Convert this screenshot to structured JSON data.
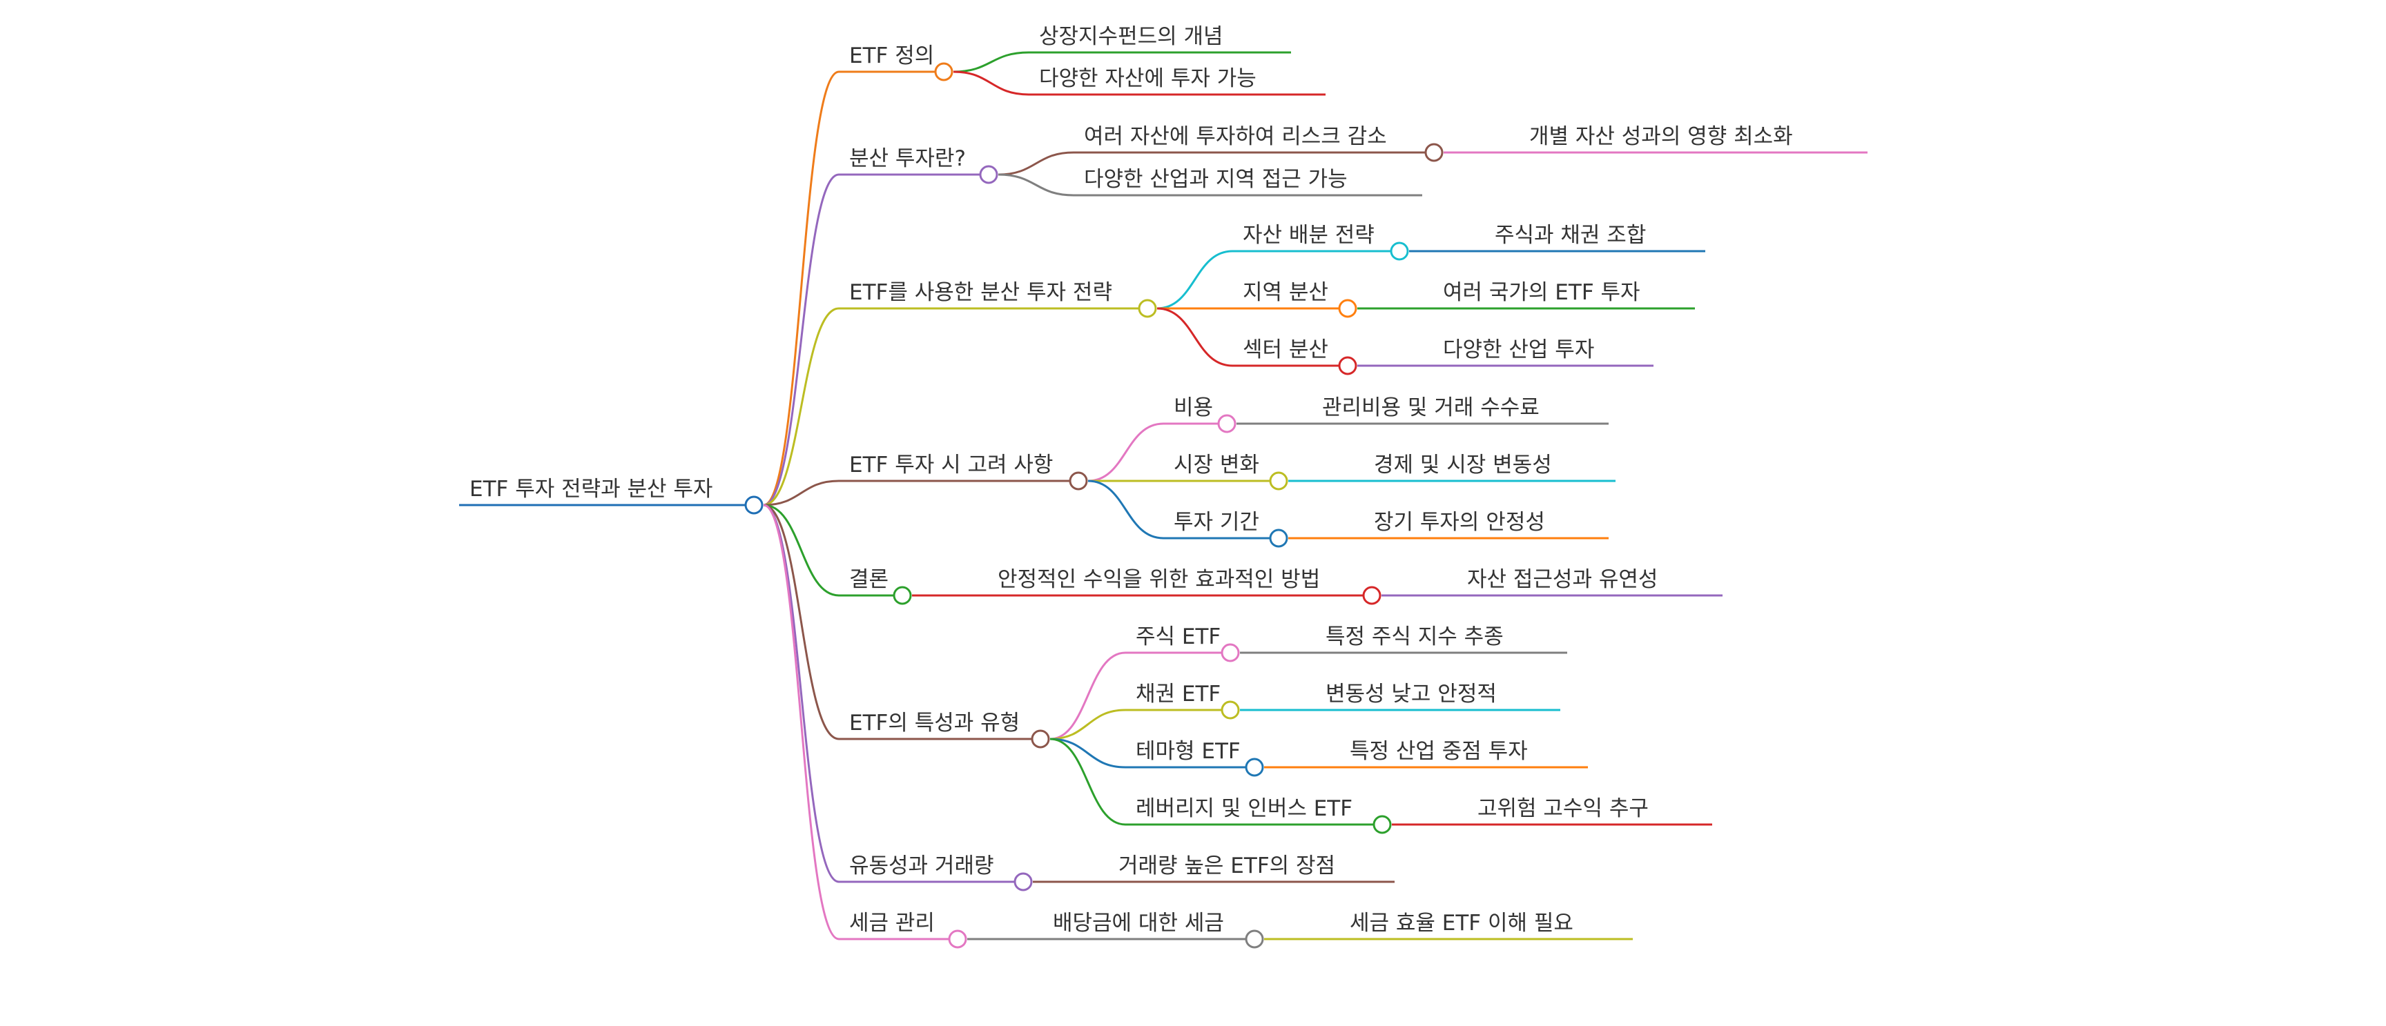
{
  "mindmap": {
    "root": {
      "label": "ETF 투자 전략과 분산 투자",
      "color": "#1f6fb5",
      "children": [
        {
          "label": "ETF 정의",
          "color": "#ef7c1a",
          "children": [
            {
              "label": "상장지수펀드의 개념",
              "color": "#2ca02c",
              "children": []
            },
            {
              "label": "다양한 자산에 투자 가능",
              "color": "#d62728",
              "children": []
            }
          ]
        },
        {
          "label": "분산 투자란?",
          "color": "#9467bd",
          "children": [
            {
              "label": "여러 자산에 투자하여 리스크 감소",
              "color": "#8c564b",
              "children": [
                {
                  "label": "개별 자산 성과의 영향 최소화",
                  "color": "#e377c2",
                  "children": []
                }
              ]
            },
            {
              "label": "다양한 산업과 지역 접근 가능",
              "color": "#7f7f7f",
              "children": []
            }
          ]
        },
        {
          "label": "ETF를 사용한 분산 투자 전략",
          "color": "#bcbd22",
          "children": [
            {
              "label": "자산 배분 전략",
              "color": "#17becf",
              "children": [
                {
                  "label": "주식과 채권 조합",
                  "color": "#1f77b4",
                  "children": []
                }
              ]
            },
            {
              "label": "지역 분산",
              "color": "#ff7f0e",
              "children": [
                {
                  "label": "여러 국가의 ETF 투자",
                  "color": "#2ca02c",
                  "children": []
                }
              ]
            },
            {
              "label": "섹터 분산",
              "color": "#d62728",
              "children": [
                {
                  "label": "다양한 산업 투자",
                  "color": "#9467bd",
                  "children": []
                }
              ]
            }
          ]
        },
        {
          "label": "ETF 투자 시 고려 사항",
          "color": "#8c564b",
          "children": [
            {
              "label": "비용",
              "color": "#e377c2",
              "children": [
                {
                  "label": "관리비용 및 거래 수수료",
                  "color": "#7f7f7f",
                  "children": []
                }
              ]
            },
            {
              "label": "시장 변화",
              "color": "#bcbd22",
              "children": [
                {
                  "label": "경제 및 시장 변동성",
                  "color": "#17becf",
                  "children": []
                }
              ]
            },
            {
              "label": "투자 기간",
              "color": "#1f77b4",
              "children": [
                {
                  "label": "장기 투자의 안정성",
                  "color": "#ff7f0e",
                  "children": []
                }
              ]
            }
          ]
        },
        {
          "label": "결론",
          "color": "#2ca02c",
          "children": [
            {
              "label": "안정적인 수익을 위한 효과적인 방법",
              "color": "#d62728",
              "children": [
                {
                  "label": "자산 접근성과 유연성",
                  "color": "#9467bd",
                  "children": []
                }
              ]
            }
          ]
        },
        {
          "label": "ETF의 특성과 유형",
          "color": "#8c564b",
          "children": [
            {
              "label": "주식 ETF",
              "color": "#e377c2",
              "children": [
                {
                  "label": "특정 주식 지수 추종",
                  "color": "#7f7f7f",
                  "children": []
                }
              ]
            },
            {
              "label": "채권 ETF",
              "color": "#bcbd22",
              "children": [
                {
                  "label": "변동성 낮고 안정적",
                  "color": "#17becf",
                  "children": []
                }
              ]
            },
            {
              "label": "테마형 ETF",
              "color": "#1f77b4",
              "children": [
                {
                  "label": "특정 산업 중점 투자",
                  "color": "#ff7f0e",
                  "children": []
                }
              ]
            },
            {
              "label": "레버리지 및 인버스 ETF",
              "color": "#2ca02c",
              "children": [
                {
                  "label": "고위험 고수익 추구",
                  "color": "#d62728",
                  "children": []
                }
              ]
            }
          ]
        },
        {
          "label": "유동성과 거래량",
          "color": "#9467bd",
          "children": [
            {
              "label": "거래량 높은 ETF의 장점",
              "color": "#8c564b",
              "children": []
            }
          ]
        },
        {
          "label": "세금 관리",
          "color": "#e377c2",
          "children": [
            {
              "label": "배당금에 대한 세금",
              "color": "#7f7f7f",
              "children": [
                {
                  "label": "세금 효율 ETF 이해 필요",
                  "color": "#bcbd22",
                  "children": []
                }
              ]
            }
          ]
        }
      ]
    }
  }
}
